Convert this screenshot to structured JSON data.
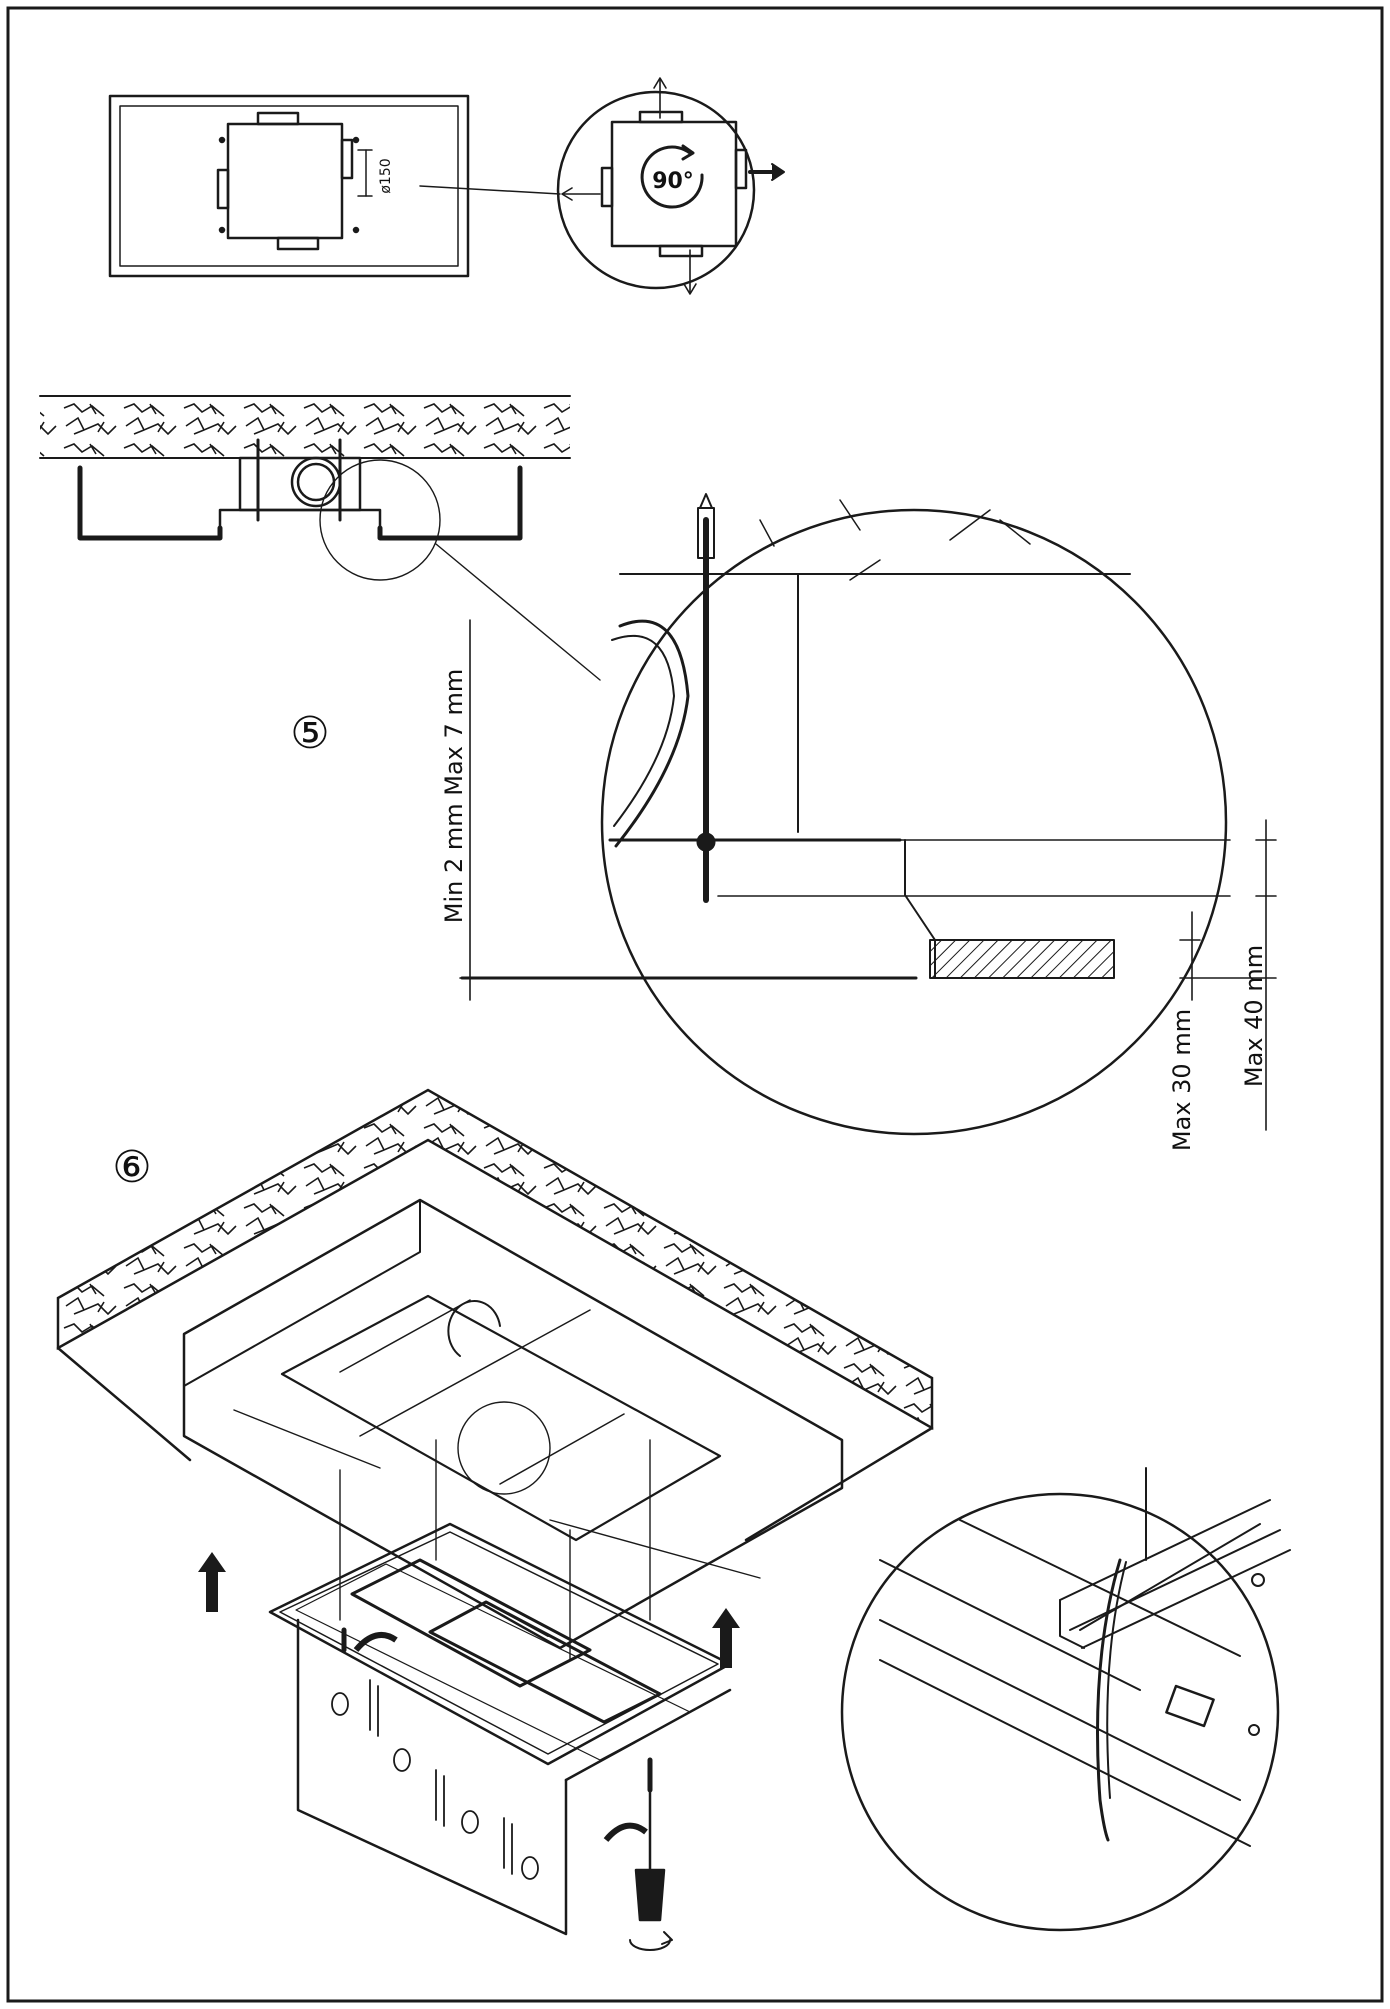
{
  "labels": {
    "duct_diameter": "ø150",
    "rotation": "90°",
    "step_5": "⑤",
    "step_6": "⑥",
    "dim_min_max": "Min  2  mm  Max  7  mm",
    "dim_max_30": "Max  30  mm",
    "dim_max_40": "Max  40  mm"
  },
  "colors": {
    "ink": "#1a1a1a",
    "paper": "#ffffff"
  },
  "icons": [
    "arrow-up-icon",
    "rotate-arrow-icon",
    "screwdriver-icon"
  ]
}
